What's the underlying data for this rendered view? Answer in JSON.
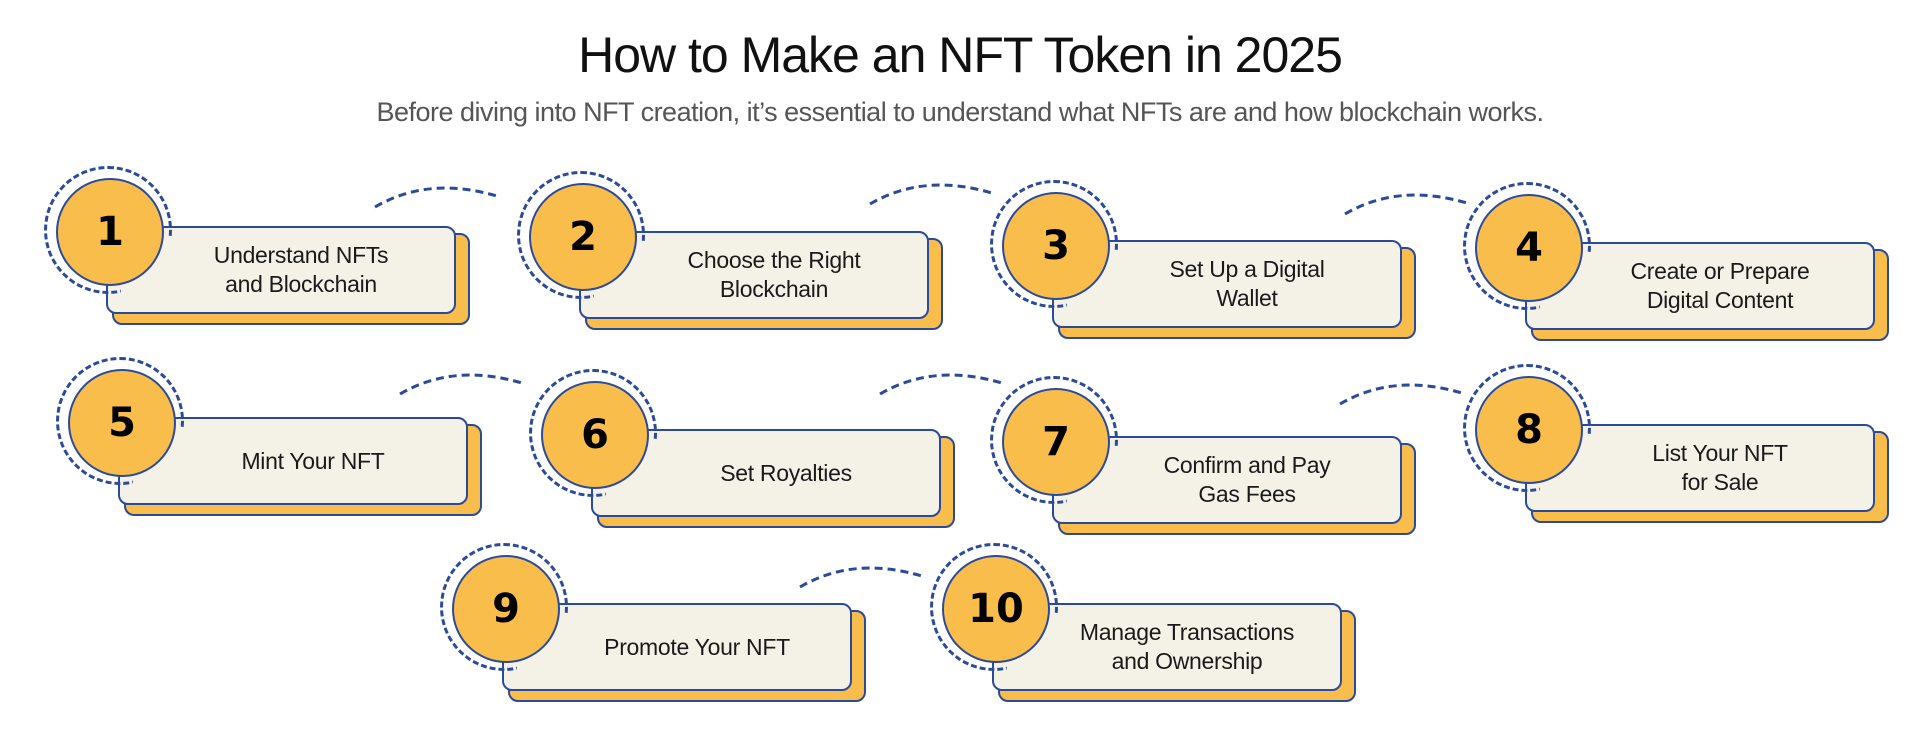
{
  "header": {
    "title": "How to Make an NFT Token in 2025",
    "subtitle": "Before diving into NFT creation, it’s essential to understand what NFTs are and how blockchain works."
  },
  "colors": {
    "accent_yellow": "#f9bd4b",
    "outline_blue": "#2c4a9a",
    "card_bg": "#f4f1e7"
  },
  "steps": [
    {
      "number": "1",
      "label": "Understand NFTs\nand Blockchain"
    },
    {
      "number": "2",
      "label": "Choose the Right\nBlockchain"
    },
    {
      "number": "3",
      "label": "Set Up a Digital\nWallet"
    },
    {
      "number": "4",
      "label": "Create or Prepare\nDigital Content"
    },
    {
      "number": "5",
      "label": "Mint Your NFT"
    },
    {
      "number": "6",
      "label": "Set Royalties"
    },
    {
      "number": "7",
      "label": "Confirm and Pay\nGas Fees"
    },
    {
      "number": "8",
      "label": "List Your NFT\nfor Sale"
    },
    {
      "number": "9",
      "label": "Promote Your NFT"
    },
    {
      "number": "10",
      "label": "Manage Transactions\nand Ownership"
    }
  ]
}
